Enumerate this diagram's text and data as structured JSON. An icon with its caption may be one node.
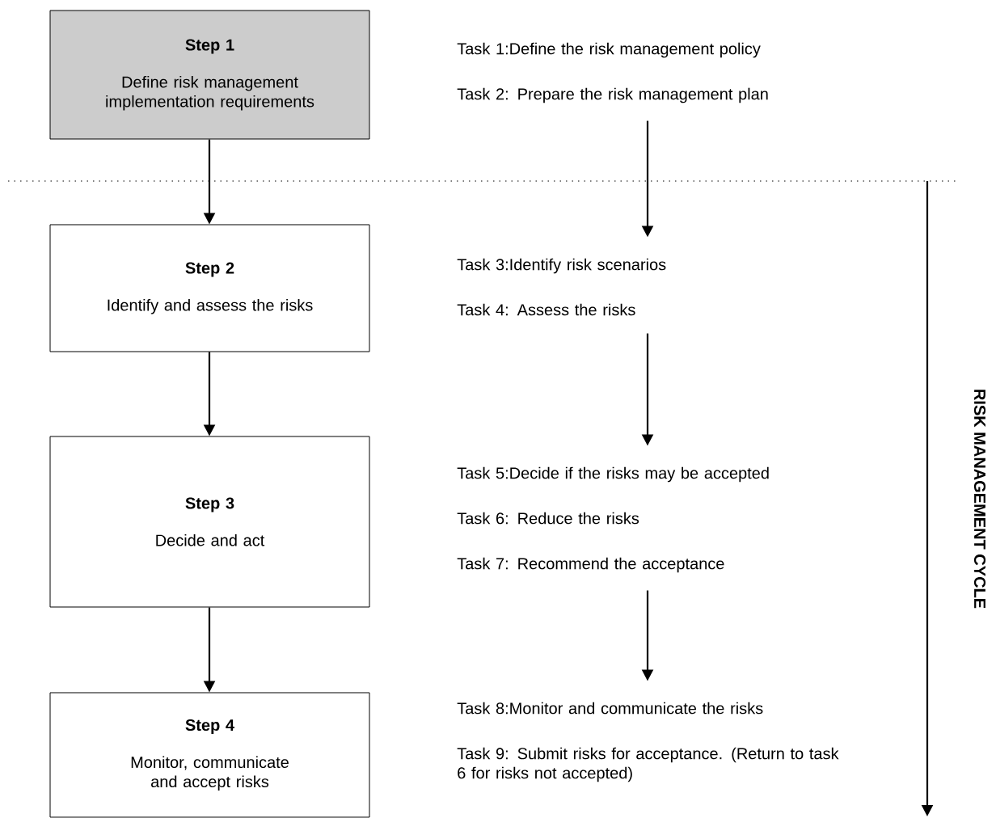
{
  "diagram": {
    "nodes": [
      {
        "text": [
          "Step 1",
          "Define risk management implementation requirements"
        ]
      },
      {
        "text": [
          "Step 2",
          "Identify and assess the risks"
        ]
      },
      {
        "text": [
          "Step 3",
          "Decide and act"
        ]
      },
      {
        "text": [
          "Step 4",
          "Monitor, communicate and accept risks"
        ]
      },
      {
        "text": [
          "Task 1:Define the risk management policy",
          "Task 2: Prepare the risk management plan"
        ]
      },
      {
        "text": [
          "Task 3:Identify risk scenarios",
          "Task 4: Assess the risks"
        ]
      },
      {
        "text": [
          "Task 5:Decide if the risks may be accepted",
          "Task 6: Reduce the risks",
          "Task 7: Recommend the acceptance"
        ]
      },
      {
        "text": [
          "Task 8:Monitor and communicate the risks",
          "Task 9: Submit risks for acceptance. (Return to task 6 for risks not accepted)"
        ]
      }
    ],
    "edges": [
      {
        "from": 0,
        "to": 1,
        "arrow": "to"
      },
      {
        "from": 1,
        "to": 2,
        "arrow": "to"
      },
      {
        "from": 2,
        "to": 3,
        "arrow": "to"
      },
      {
        "from": 4,
        "to": 5,
        "arrow": "to"
      },
      {
        "from": 5,
        "to": 6,
        "arrow": "to"
      },
      {
        "from": 6,
        "to": 7,
        "arrow": "to"
      }
    ],
    "labels": [
      "RISK MANAGEMENT CYCLE"
    ]
  }
}
